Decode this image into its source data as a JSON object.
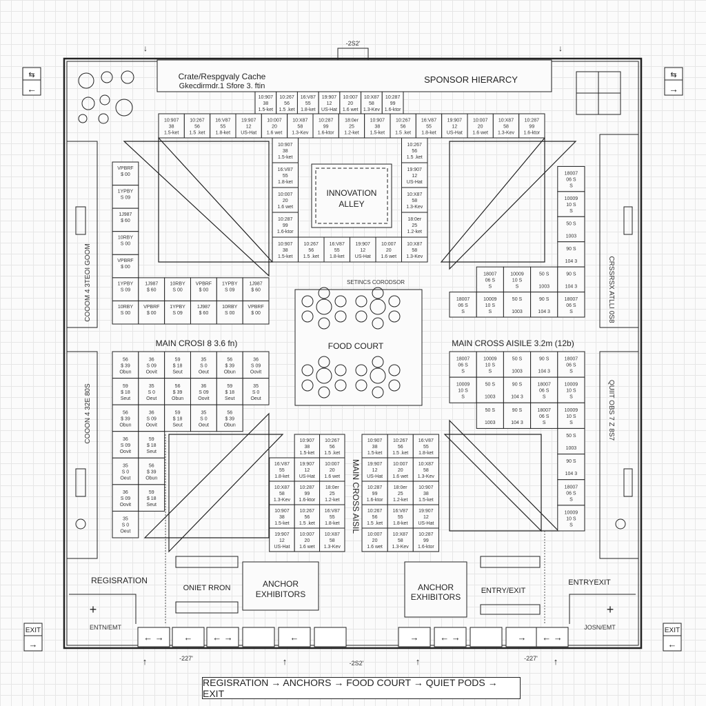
{
  "plan": {
    "top_left_title": "Crate/Respgvaly Cache",
    "top_left_subtitle": "Gkecdirmdr.1 Sfore 3. ftin",
    "sponsor": "SPONSOR HIERARCY",
    "innovation_line1": "INNOVATION",
    "innovation_line2": "ALLEY",
    "corridor": "SETINCS CORODSOR",
    "food_court": "FOOD COURT",
    "left_aisle": "MAIN CROSI 8 3.6 fn)",
    "right_aisle": "MAIN CROSS AISILE 3.2m (12b)",
    "vertical_aisle": "MAIN CROSS AISIL",
    "left_side_upper": "COOOM 4 3TEOI GOOM",
    "left_side_lower": "COOON 4 32E 80S",
    "right_side_upper": "CRSSRSX ATLLI 0S8",
    "right_side_lower": "QUIIT OBS 7 Z 8S7",
    "registration": "REGISRATION",
    "quiet_room": "ONIET RRON",
    "anchor_line1": "ANCHOR",
    "anchor_line2": "EXHIBITORS",
    "entry_exit_center": "ENTRY/EXIT",
    "entry_exit_right": "ENTRYEXIT",
    "entry_left": "ENTN/EMT",
    "entry_right": "JOSN/EMT",
    "exit_left": "EXIT",
    "exit_right": "EXIT",
    "dim_top": "-2S2'",
    "dim_bottom": "-2S2'",
    "dim_bl": "-227'",
    "dim_br": "-227'",
    "route": "REGISRATION → ANCHORS → FOOD COURT → QUIET PODS → EXIT"
  },
  "booths": {
    "labels": [
      [
        "10:907",
        "38",
        "1.5-ket"
      ],
      [
        "10:267",
        "56",
        "1.5 .ket"
      ],
      [
        "16:V87",
        "55",
        "1.8-ket"
      ],
      [
        "19:907",
        "12",
        "US-Hat"
      ],
      [
        "10:007",
        "20",
        "1.6 wet"
      ],
      [
        "10:X87",
        "58",
        "1.3-Kev"
      ],
      [
        "10:287",
        "99",
        "1.6-ktor"
      ],
      [
        "18:0er",
        "25",
        "1.2-ket"
      ]
    ],
    "side_labels": [
      [
        "VPBRF",
        "$ 00"
      ],
      [
        "1YPBY",
        "S 09"
      ],
      [
        "1J987",
        "$ 60"
      ],
      [
        "10RBY",
        "S 00"
      ]
    ],
    "lower_labels": [
      [
        "56",
        "$ 39",
        "Obun"
      ],
      [
        "36",
        "S 09",
        "Oovit"
      ],
      [
        "59",
        "$ 18",
        "Seut"
      ],
      [
        "35",
        "S 0",
        "Oeut"
      ]
    ],
    "right_labels": [
      [
        "18007",
        "06 S",
        "S"
      ],
      [
        "10009",
        "10 S",
        "S"
      ],
      [
        "50 S",
        "",
        "1003"
      ],
      [
        "90 S",
        "",
        "104 3"
      ]
    ]
  },
  "colors": {
    "line": "#222222",
    "grid": "#e6e6e6",
    "background": "#fbfbfb"
  }
}
